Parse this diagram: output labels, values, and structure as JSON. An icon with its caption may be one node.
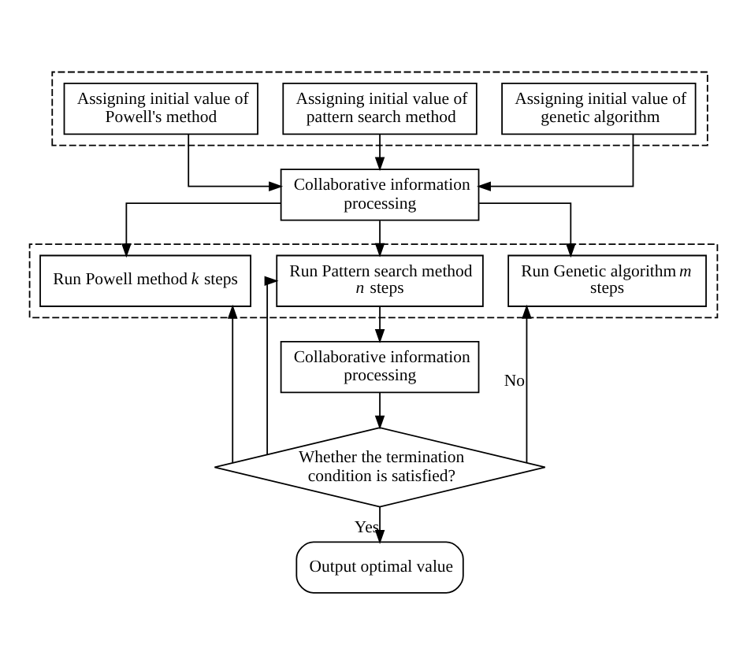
{
  "diagram": {
    "nodes": [
      {
        "text": [],
        "shape": "box"
      },
      {
        "text": [
          "Assigning initial value of genetic algorithm"
        ],
        "in": 0
      },
      {
        "text": [
          "Assigning initial value of pattern search method"
        ],
        "in": 0
      },
      {
        "text": [
          "Assigning initial value of Powell's method"
        ],
        "in": 0
      },
      {
        "text": [
          "Collaborative information processing"
        ]
      },
      {
        "text": [],
        "shape": "box"
      },
      {
        "text": [
          "Run Genetic algorithm *m* steps"
        ],
        "in": 5
      },
      {
        "text": [
          "Run Pattern search method *n* steps"
        ],
        "in": 5
      },
      {
        "text": [
          "Run Powell method *k* steps"
        ],
        "in": 5
      },
      {
        "text": [
          "Collaborative information processing"
        ]
      },
      {
        "text": [
          "Whether the termination condition is satisfied?"
        ]
      },
      {
        "text": [
          "Output optimal value"
        ]
      }
    ],
    "edges": [
      {
        "from": 1,
        "to": 4,
        "arrow": "to"
      },
      {
        "from": 2,
        "to": 4,
        "arrow": "to"
      },
      {
        "from": 3,
        "to": 4,
        "arrow": "to"
      },
      {
        "from": 4,
        "to": 6,
        "arrow": "to"
      },
      {
        "from": 4,
        "to": 7,
        "arrow": "to"
      },
      {
        "from": 4,
        "to": 8,
        "arrow": "to"
      },
      {
        "from": 7,
        "to": 9,
        "arrow": "to"
      },
      {
        "from": 9,
        "to": 10,
        "arrow": "to"
      },
      {
        "from": 10,
        "to": 6,
        "arrow": "to",
        "label": "No"
      },
      {
        "from": 10,
        "to": 7,
        "arrow": "to"
      },
      {
        "from": 10,
        "to": 8,
        "arrow": "to"
      },
      {
        "from": 10,
        "to": 11,
        "arrow": "to",
        "label": "Yes"
      }
    ]
  }
}
